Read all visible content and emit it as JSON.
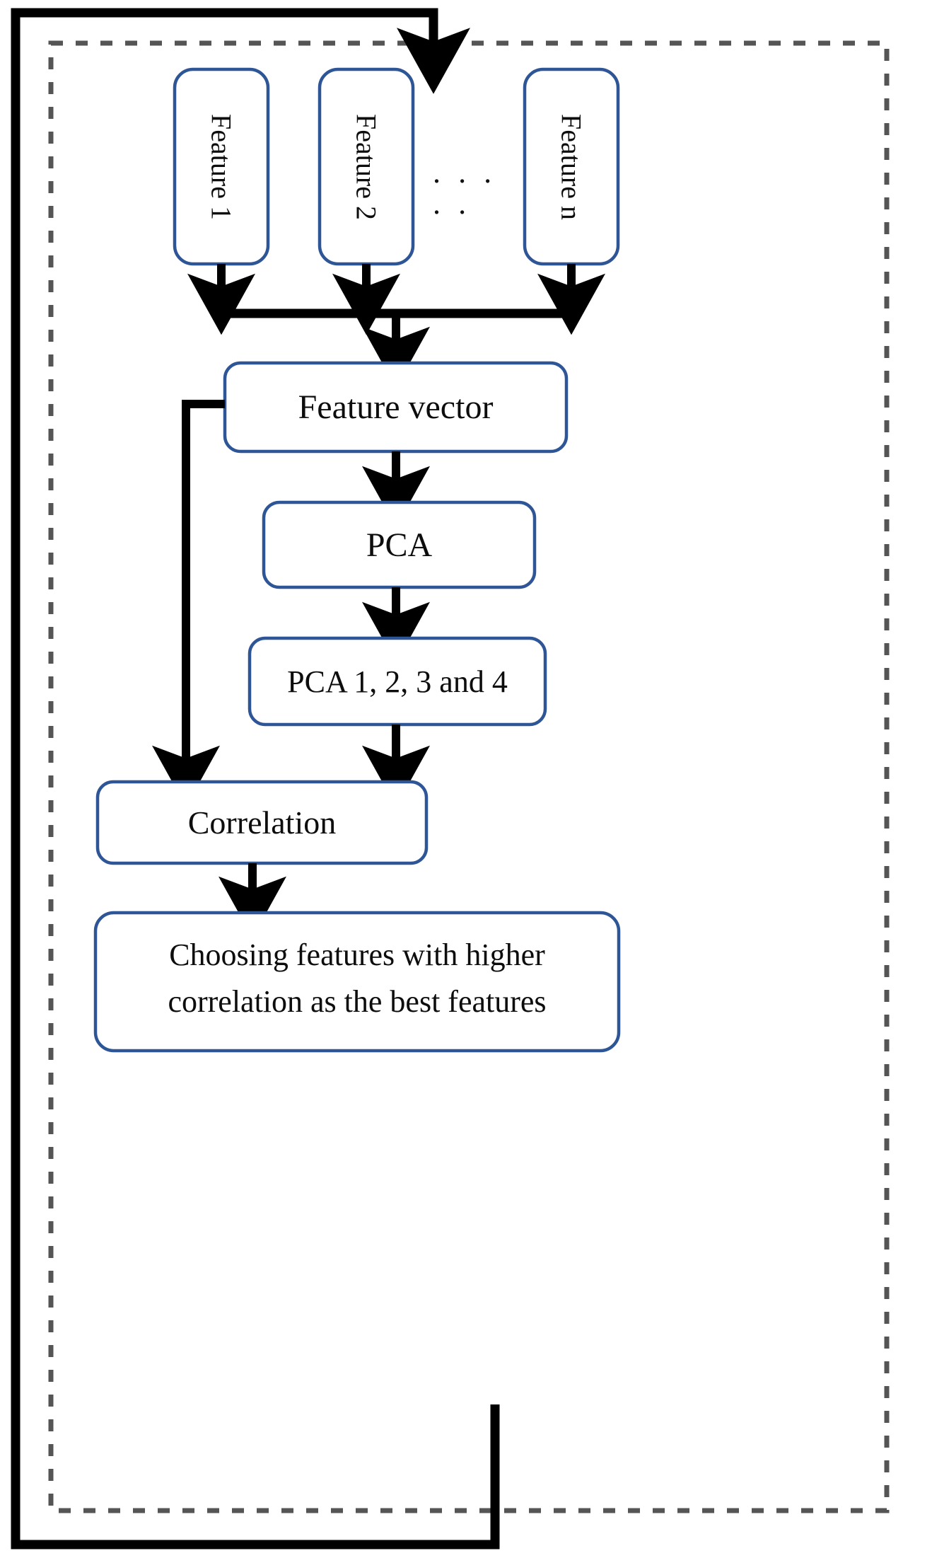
{
  "diagram": {
    "title": "Feature extraction and selection flowchart",
    "colors": {
      "box_stroke": "#2e5596",
      "box_stroke_light": "#8fa9cf",
      "box_fill": "#ffffff",
      "arrow": "#000000",
      "dashed_border": "#555555",
      "text": "#0d0d0d"
    },
    "nodes": {
      "feature_1": "Feature 1",
      "feature_2": "Feature 2",
      "feature_n": "Feature n",
      "ellipsis": ". . . . .",
      "feature_vector": "Feature vector",
      "pca": "PCA",
      "pca_components": "PCA 1, 2, 3 and 4",
      "correlation": "Correlation",
      "choosing_line1": "Choosing features with higher",
      "choosing_line2": "correlation as the best features"
    },
    "edges": [
      {
        "from": "outer-loop",
        "to": "feature-row",
        "style": "solid-arrow"
      },
      {
        "from": "feature_1",
        "to": "merge-bar",
        "style": "solid-arrow"
      },
      {
        "from": "feature_2",
        "to": "merge-bar",
        "style": "solid-arrow"
      },
      {
        "from": "feature_n",
        "to": "merge-bar",
        "style": "solid-arrow"
      },
      {
        "from": "merge-bar",
        "to": "feature_vector",
        "style": "solid-arrow"
      },
      {
        "from": "feature_vector",
        "to": "pca",
        "style": "solid-arrow"
      },
      {
        "from": "pca",
        "to": "pca_components",
        "style": "solid-arrow"
      },
      {
        "from": "pca_components",
        "to": "correlation",
        "style": "solid-arrow"
      },
      {
        "from": "feature_vector",
        "to": "correlation",
        "style": "solid-arrow-bypass"
      },
      {
        "from": "correlation",
        "to": "choosing",
        "style": "solid-arrow"
      },
      {
        "from": "choosing",
        "to": "outer-loop",
        "style": "solid-line"
      }
    ]
  }
}
